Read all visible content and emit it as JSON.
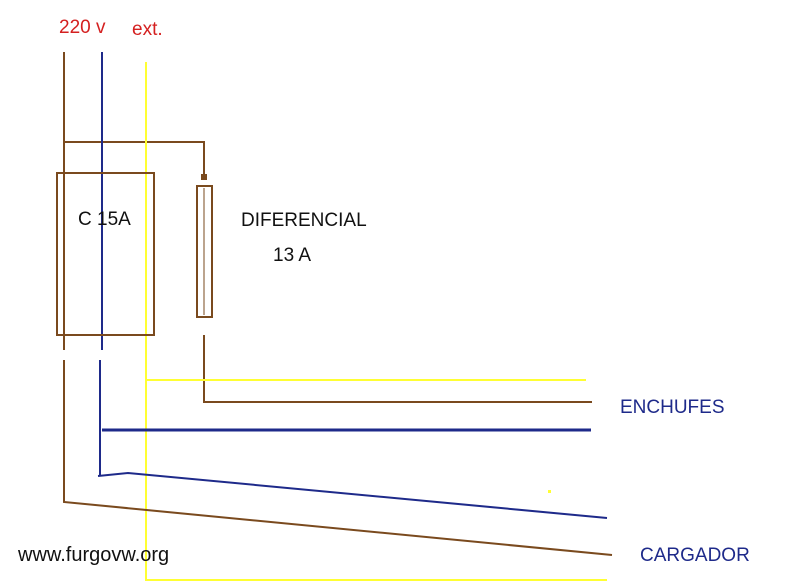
{
  "labels": {
    "supply_voltage": "220 v",
    "external": "ext.",
    "breaker": "C 15A",
    "differential_title": "DIFERENCIAL",
    "differential_rating": "13 A",
    "outlets": "ENCHUFES",
    "charger": "CARGADOR",
    "website": "www.furgovw.org"
  },
  "colors": {
    "phase": "#7a4a1e",
    "neutral": "#1e2a8a",
    "ground": "#ffff33",
    "voltage_text": "#d42020",
    "output_text": "#1e2a8a",
    "text": "#111111"
  }
}
